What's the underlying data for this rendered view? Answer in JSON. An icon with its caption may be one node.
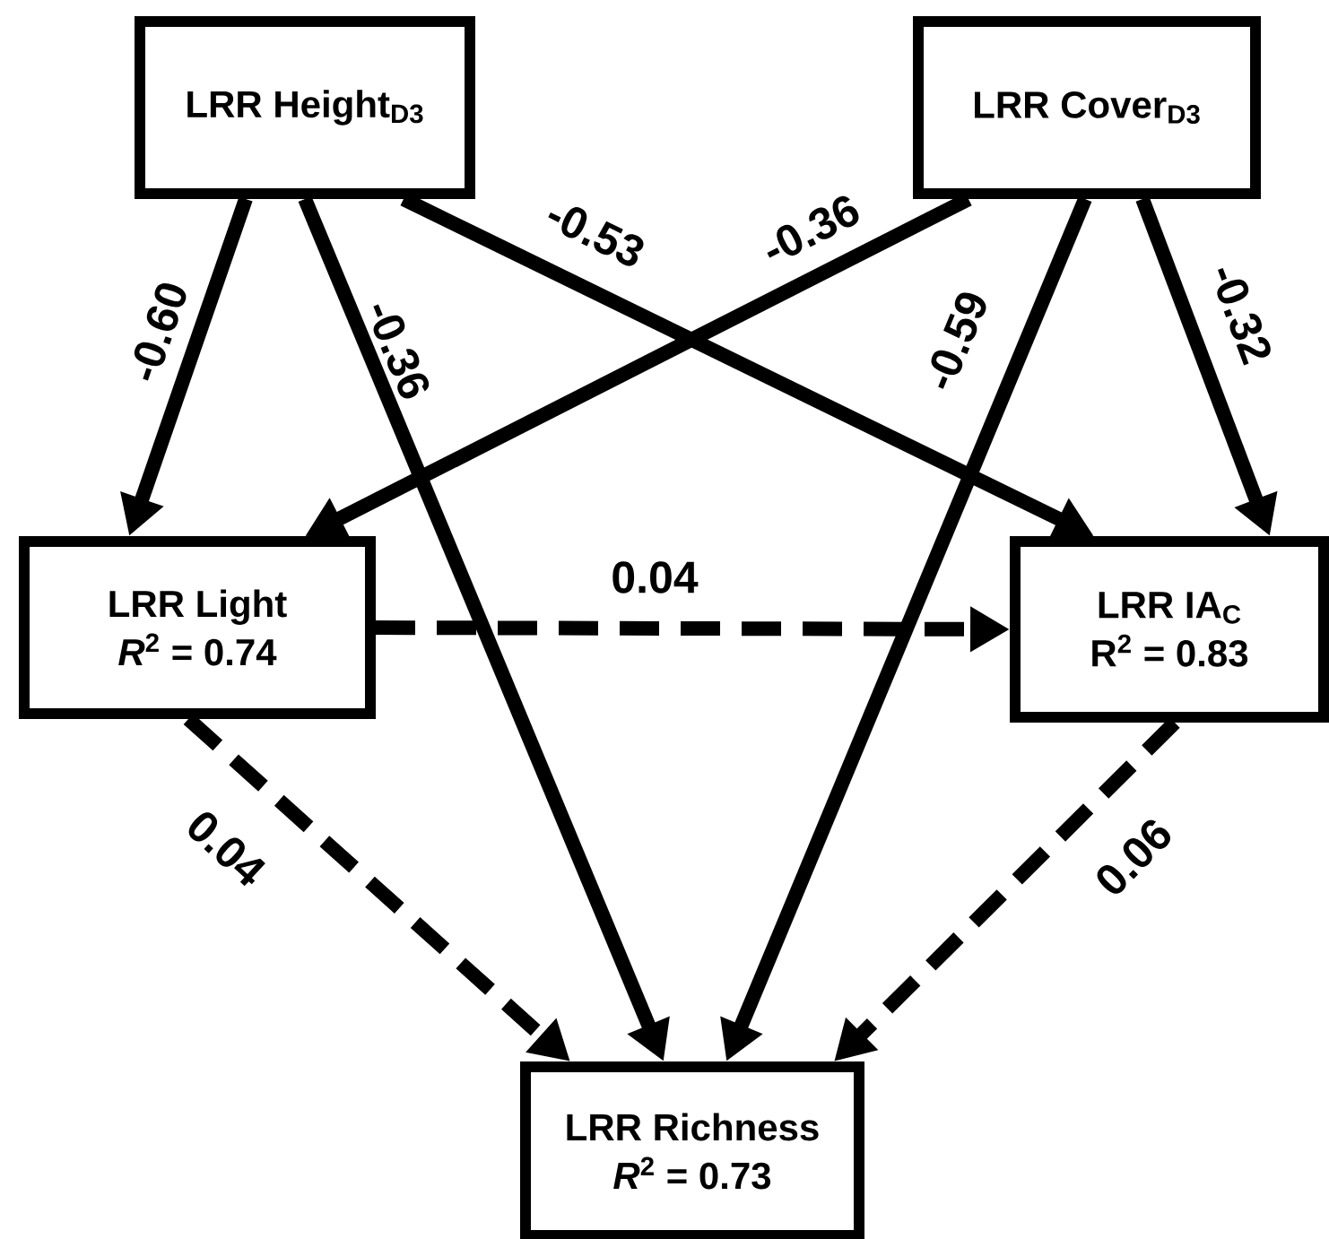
{
  "diagram": {
    "nodes": [
      {
        "text": [
          "LRR Height$_{D3}$"
        ]
      },
      {
        "text": [
          "LRR Cover$_{D3}$"
        ]
      },
      {
        "text": [
          "LRR Light",
          "*R*$^{2}$ = 0.74"
        ]
      },
      {
        "text": [
          "LRR IA$_{C}$",
          "R$^{2}$ = 0.83"
        ]
      },
      {
        "text": [
          "LRR Richness",
          "*R*$^{2}$ = 0.73"
        ]
      }
    ],
    "edges": [
      {
        "from": 0,
        "to": 2,
        "arrow": "to",
        "label": "-0.60"
      },
      {
        "from": 0,
        "to": 4,
        "arrow": "to",
        "label": "-0.36"
      },
      {
        "from": 0,
        "to": 3,
        "arrow": "to",
        "label": "-0.53"
      },
      {
        "from": 1,
        "to": 2,
        "arrow": "to",
        "label": "-0.36"
      },
      {
        "from": 1,
        "to": 4,
        "arrow": "to",
        "label": "-0.59"
      },
      {
        "from": 1,
        "to": 3,
        "arrow": "to",
        "label": "-0.32"
      },
      {
        "from": 2,
        "to": 3,
        "arrow": "to",
        "label": "0.04",
        "style": "dashed"
      },
      {
        "from": 2,
        "to": 4,
        "arrow": "to",
        "label": "0.04",
        "style": "dashed"
      },
      {
        "from": 3,
        "to": 4,
        "arrow": "to",
        "label": "0.06",
        "style": "dashed"
      }
    ]
  }
}
